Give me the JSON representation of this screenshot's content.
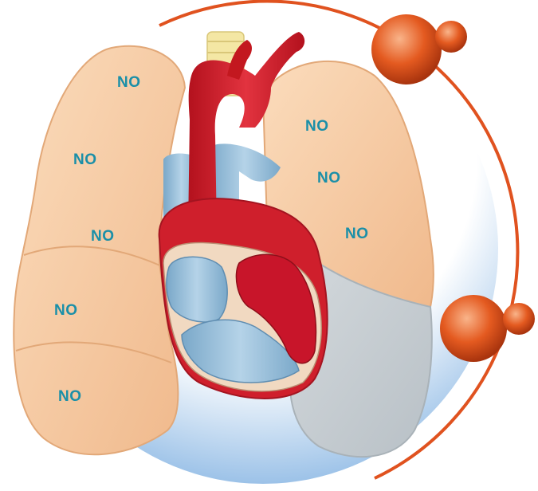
{
  "diagram": {
    "colors": {
      "label": "#1a8fa8",
      "lung": "#f6c9a0",
      "lung_shadow": "#e9b286",
      "lung_grey": "#c9ced2",
      "artery_red": "#d0202e",
      "vein_blue": "#8fb9d6",
      "circle_stroke": "#e0521f",
      "bubble": "#e0581f",
      "trachea": "#f4e7a4",
      "background_gradient": "#9cc2e8"
    },
    "labels": {
      "right_lung_1": "NO",
      "right_lung_2": "NO",
      "right_lung_3": "NO",
      "right_lung_4": "NO",
      "right_lung_5": "NO",
      "left_lung_1": "NO",
      "left_lung_2": "NO",
      "left_lung_3": "NO"
    }
  }
}
